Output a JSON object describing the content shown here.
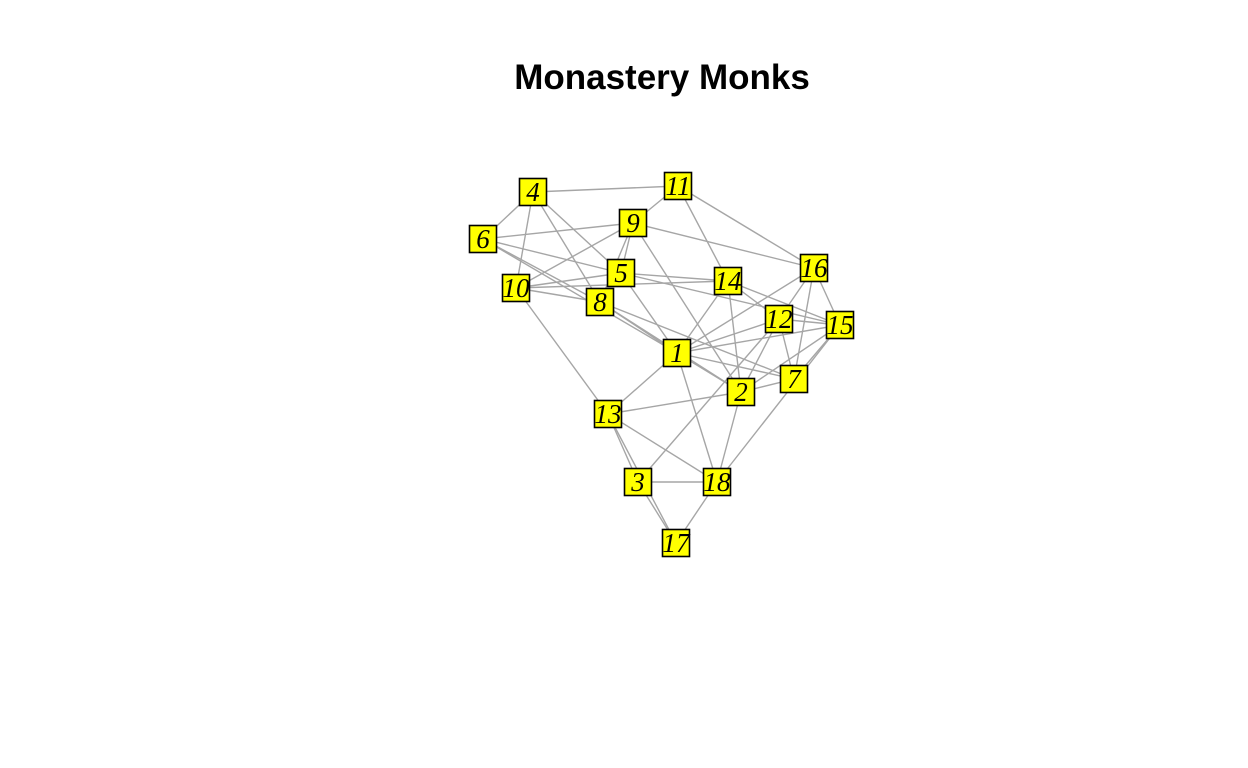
{
  "title": "Monastery Monks",
  "colors": {
    "background": "#ffffff",
    "node_fill": "#ffff00",
    "node_border": "#000000",
    "edge": "#a6a6a6",
    "label": "#000000"
  },
  "nodes": [
    {
      "id": "1",
      "label": "1"
    },
    {
      "id": "2",
      "label": "2"
    },
    {
      "id": "3",
      "label": "3"
    },
    {
      "id": "4",
      "label": "4"
    },
    {
      "id": "5",
      "label": "5"
    },
    {
      "id": "6",
      "label": "6"
    },
    {
      "id": "7",
      "label": "7"
    },
    {
      "id": "8",
      "label": "8"
    },
    {
      "id": "9",
      "label": "9"
    },
    {
      "id": "10",
      "label": "10"
    },
    {
      "id": "11",
      "label": "11"
    },
    {
      "id": "12",
      "label": "12"
    },
    {
      "id": "13",
      "label": "13"
    },
    {
      "id": "14",
      "label": "14"
    },
    {
      "id": "15",
      "label": "15"
    },
    {
      "id": "16",
      "label": "16"
    },
    {
      "id": "17",
      "label": "17"
    },
    {
      "id": "18",
      "label": "18"
    }
  ],
  "edges": [
    [
      "4",
      "11"
    ],
    [
      "4",
      "6"
    ],
    [
      "4",
      "10"
    ],
    [
      "4",
      "5"
    ],
    [
      "4",
      "8"
    ],
    [
      "6",
      "9"
    ],
    [
      "6",
      "5"
    ],
    [
      "6",
      "8"
    ],
    [
      "6",
      "1"
    ],
    [
      "10",
      "9"
    ],
    [
      "10",
      "5"
    ],
    [
      "10",
      "8"
    ],
    [
      "10",
      "14"
    ],
    [
      "10",
      "13"
    ],
    [
      "9",
      "5"
    ],
    [
      "9",
      "11"
    ],
    [
      "9",
      "8"
    ],
    [
      "9",
      "16"
    ],
    [
      "9",
      "2"
    ],
    [
      "5",
      "1"
    ],
    [
      "5",
      "14"
    ],
    [
      "5",
      "15"
    ],
    [
      "8",
      "1"
    ],
    [
      "8",
      "7"
    ],
    [
      "8",
      "2"
    ],
    [
      "11",
      "14"
    ],
    [
      "11",
      "16"
    ],
    [
      "14",
      "1"
    ],
    [
      "14",
      "12"
    ],
    [
      "14",
      "2"
    ],
    [
      "14",
      "15"
    ],
    [
      "16",
      "12"
    ],
    [
      "16",
      "7"
    ],
    [
      "16",
      "15"
    ],
    [
      "16",
      "1"
    ],
    [
      "12",
      "15"
    ],
    [
      "12",
      "7"
    ],
    [
      "12",
      "2"
    ],
    [
      "12",
      "3"
    ],
    [
      "12",
      "1"
    ],
    [
      "15",
      "1"
    ],
    [
      "15",
      "7"
    ],
    [
      "15",
      "2"
    ],
    [
      "15",
      "18"
    ],
    [
      "1",
      "13"
    ],
    [
      "1",
      "18"
    ],
    [
      "1",
      "7"
    ],
    [
      "1",
      "2"
    ],
    [
      "2",
      "13"
    ],
    [
      "2",
      "18"
    ],
    [
      "7",
      "2"
    ],
    [
      "13",
      "3"
    ],
    [
      "13",
      "18"
    ],
    [
      "13",
      "17"
    ],
    [
      "3",
      "18"
    ],
    [
      "3",
      "17"
    ],
    [
      "18",
      "17"
    ]
  ]
}
